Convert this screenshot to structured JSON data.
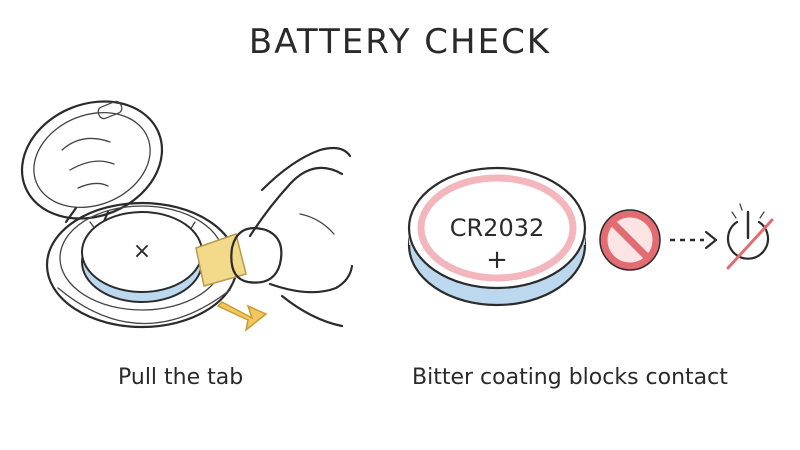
{
  "title": "BATTERY CHECK",
  "left_panel": {
    "caption": "Pull the tab",
    "battery_mark": "×"
  },
  "right_panel": {
    "caption": "Bitter coating blocks contact",
    "battery_label": "CR2032",
    "battery_polarity": "+"
  },
  "colors": {
    "battery_side": "#bcd8ef",
    "bitter_ring": "#f2a9b1",
    "tab": "#f3d98a",
    "arrow": "#f2c760",
    "prohibit_red": "#e36b72"
  },
  "icons": [
    "prohibited-icon",
    "dotted-arrow-icon",
    "power-off-icon",
    "arrow-icon",
    "hand-icon"
  ]
}
